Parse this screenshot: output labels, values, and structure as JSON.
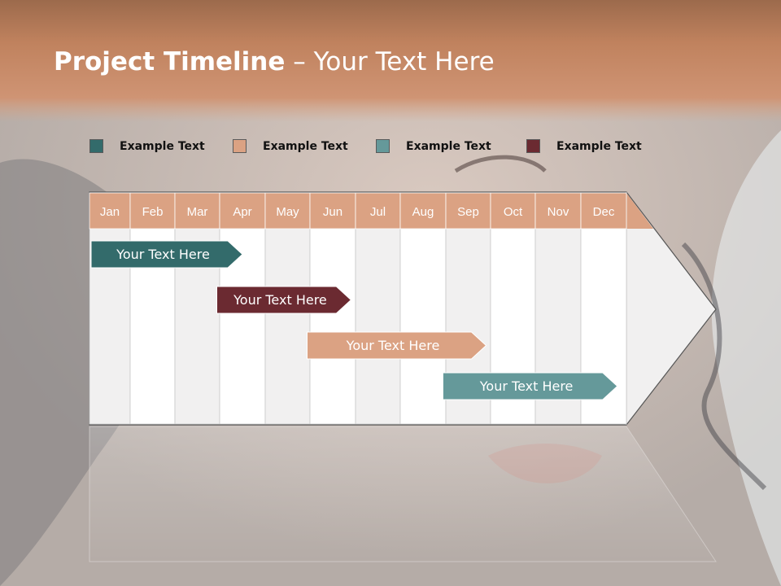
{
  "slide": {
    "title_bold": "Project Timeline",
    "title_rest": " – Your Text Here"
  },
  "legend": [
    {
      "label": "Example Text",
      "color": "#336b6b"
    },
    {
      "label": "Example Text",
      "color": "#dba283"
    },
    {
      "label": "Example Text",
      "color": "#65999a"
    },
    {
      "label": "Example Text",
      "color": "#6b2a31"
    }
  ],
  "timeline": {
    "months": [
      "Jan",
      "Feb",
      "Mar",
      "Apr",
      "May",
      "Jun",
      "Jul",
      "Aug",
      "Sep",
      "Oct",
      "Nov",
      "Dec"
    ],
    "header_color": "#dba283",
    "tasks": [
      {
        "label": "Your  Text Here",
        "start_month": 1,
        "end_month": 4.5,
        "color": "#336b6b"
      },
      {
        "label": "Your  Text Here",
        "start_month": 3.9,
        "end_month": 6.9,
        "color": "#6b2a31"
      },
      {
        "label": "Your  Text Here",
        "start_month": 5.9,
        "end_month": 9.9,
        "color": "#dba283"
      },
      {
        "label": "Your  Text Here",
        "start_month": 8.9,
        "end_month": 12.8,
        "color": "#65999a"
      }
    ]
  }
}
